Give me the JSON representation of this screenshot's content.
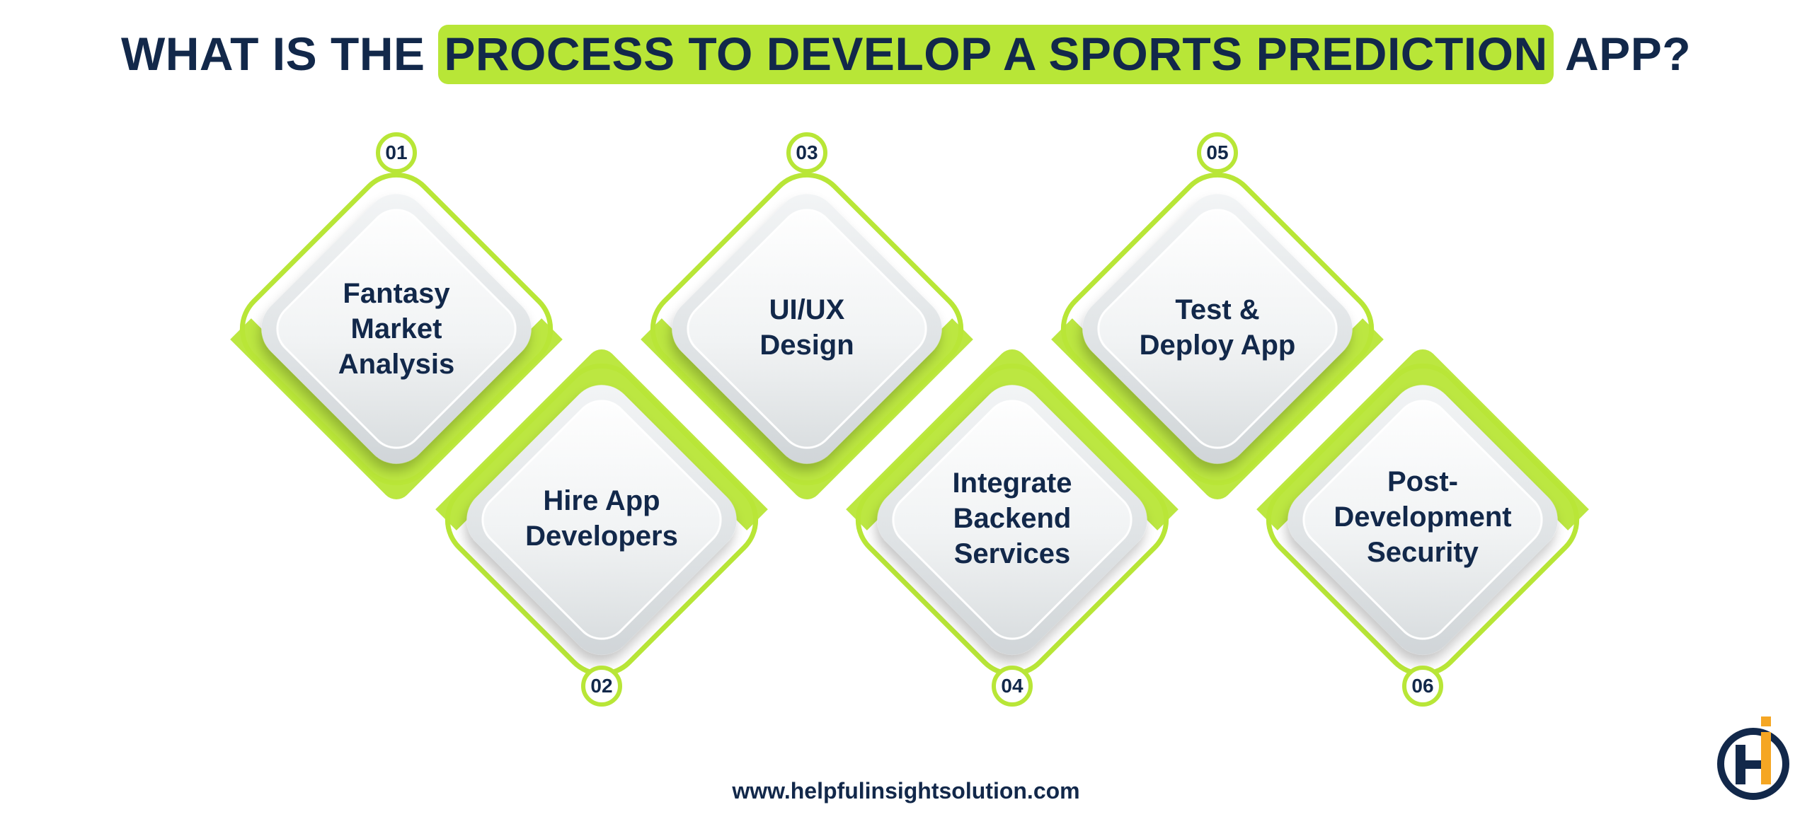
{
  "title": {
    "prefix": "WHAT IS THE ",
    "highlight": "PROCESS TO DEVELOP A SPORTS PREDICTION",
    "suffix": " APP?"
  },
  "steps": [
    {
      "number": "01",
      "label": "Fantasy\nMarket\nAnalysis"
    },
    {
      "number": "02",
      "label": "Hire App\nDevelopers"
    },
    {
      "number": "03",
      "label": "UI/UX\nDesign"
    },
    {
      "number": "04",
      "label": "Integrate\nBackend\nServices"
    },
    {
      "number": "05",
      "label": "Test &\nDeploy App"
    },
    {
      "number": "06",
      "label": "Post-\nDevelopment\nSecurity"
    }
  ],
  "footer": {
    "url": "www.helpfulinsightsolution.com"
  },
  "colors": {
    "accent": "#b8e637",
    "navy": "#12284a",
    "logo_orange": "#f5a623"
  },
  "logo": {
    "icon": "helpful-insight-logo-icon"
  }
}
